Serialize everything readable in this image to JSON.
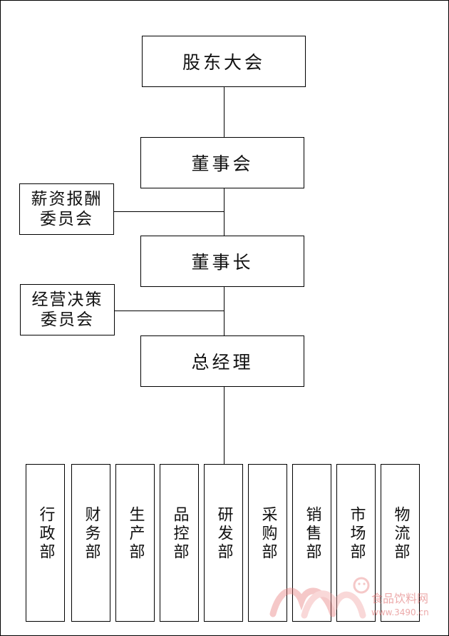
{
  "org_chart": {
    "shareholders_meeting": "股东大会",
    "board_of_directors": "董事会",
    "compensation_committee": {
      "line1": "薪资报酬",
      "line2": "委员会"
    },
    "chairman": "董事长",
    "business_decision_committee": {
      "line1": "经营决策",
      "line2": "委员会"
    },
    "general_manager": "总经理",
    "departments": [
      "行政部",
      "财务部",
      "生产部",
      "品控部",
      "研发部",
      "采购部",
      "销售部",
      "市场部",
      "物流部"
    ]
  },
  "watermark": {
    "brand": "食品饮料网",
    "url": "www.3490.cn"
  }
}
